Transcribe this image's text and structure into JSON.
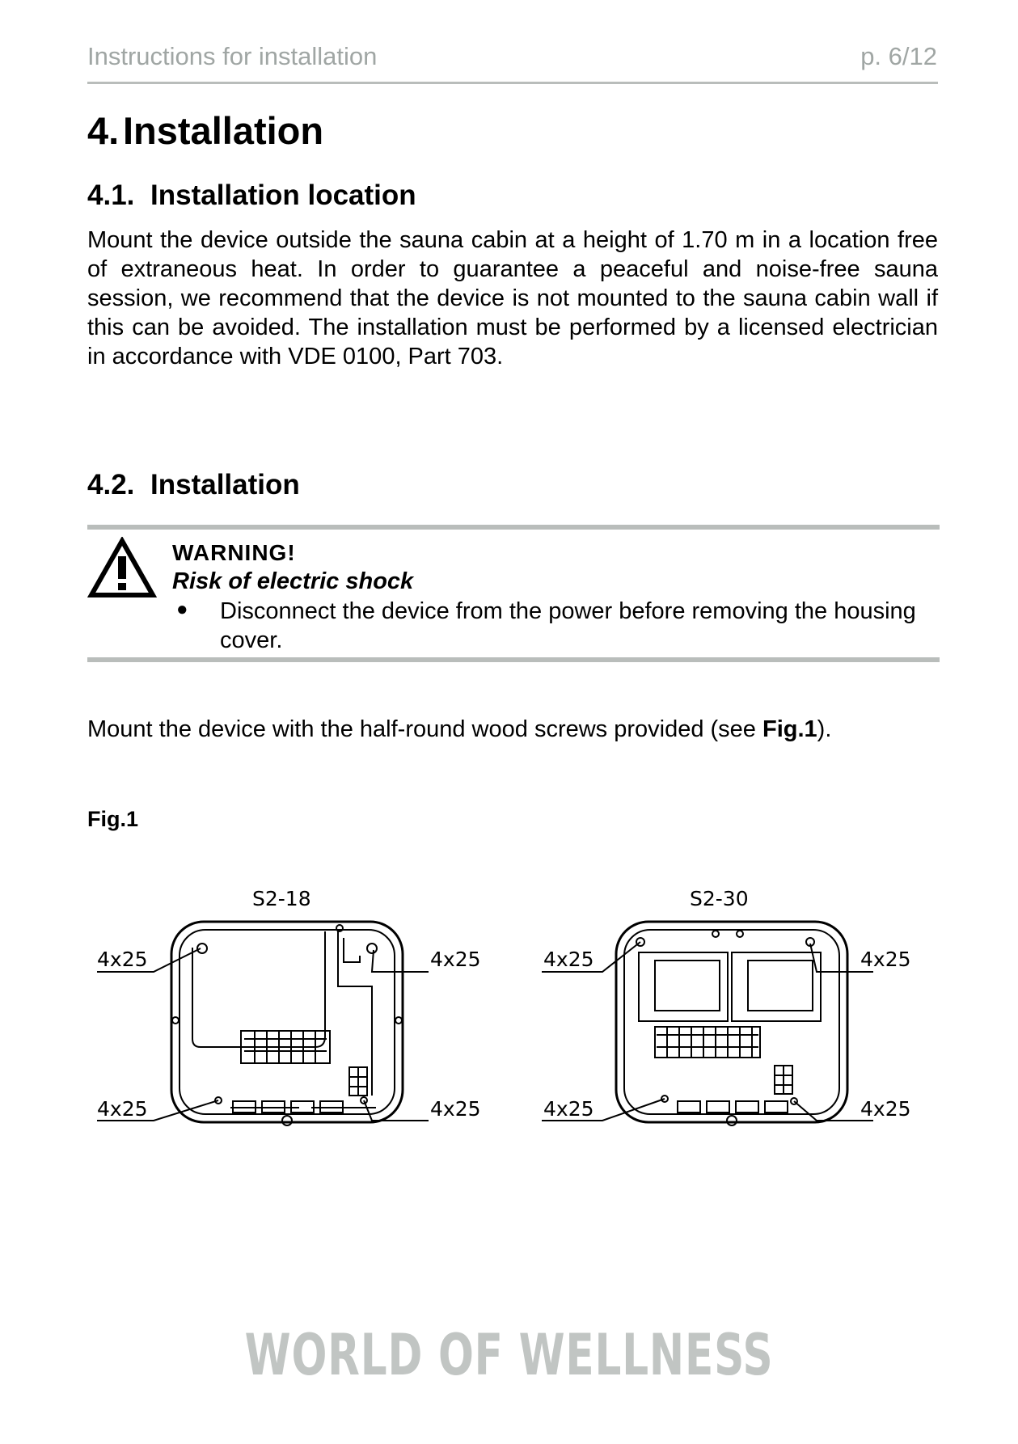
{
  "header": {
    "left": "Instructions for installation",
    "right": "p. 6/12"
  },
  "section": {
    "number": "4.",
    "title": "Installation"
  },
  "sub1": {
    "number": "4.1.",
    "title": "Installation location",
    "body": "Mount the device outside the sauna cabin at a height of 1.70 m in a location free of extraneous heat. In order to guarantee a peaceful and noise-free sauna session, we recommend that the device is not mounted to the sauna cabin wall if this can be avoided. The installation must be performed by a licensed electrician in accordance with VDE 0100, Part 703."
  },
  "sub2": {
    "number": "4.2.",
    "title": "Installation"
  },
  "warning": {
    "icon": "warning-triangle-icon",
    "title": "WARNING!",
    "subtitle": "Risk of electric shock",
    "bullet": "Disconnect the device from the power before removing the housing cover."
  },
  "mount_text": {
    "before": "Mount the device with the half-round wood screws provided (see ",
    "ref": "Fig.1",
    "after": ")."
  },
  "figure": {
    "label": "Fig.1",
    "left": {
      "model": "S2-18",
      "screws": [
        "4x25",
        "4x25",
        "4x25",
        "4x25"
      ]
    },
    "right": {
      "model": "S2-30",
      "screws": [
        "4x25",
        "4x25",
        "4x25",
        "4x25"
      ]
    }
  },
  "footer": {
    "brand": "WORLD OF WELLNESS"
  }
}
